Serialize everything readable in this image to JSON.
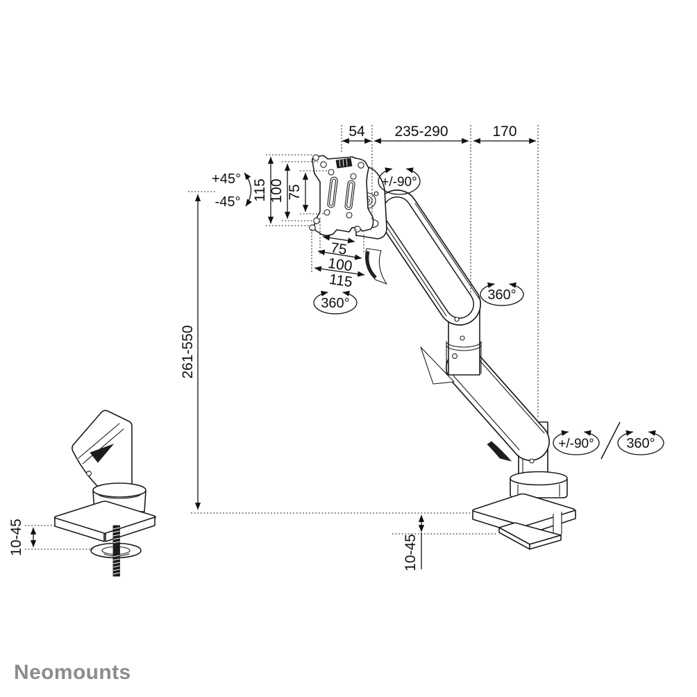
{
  "brand": {
    "logo_text": "Neomounts",
    "logo_color": "#8c8c8c"
  },
  "drawing": {
    "line_color": "#1a1a1a",
    "dims": {
      "vesa_offset": "54",
      "arm_reach": "235-290",
      "base_depth": "170",
      "vesa_v_outer": "115",
      "vesa_v_mid": "100",
      "vesa_v_inner": "75",
      "vesa_h_inner": "75",
      "vesa_h_mid": "100",
      "vesa_h_outer": "115",
      "height_range": "261-550",
      "grommet_desk_thickness": "10-45",
      "clamp_desk_thickness": "10-45"
    },
    "rotations": {
      "tilt_up": "+45°",
      "tilt_down": "-45°",
      "head_swivel": "+/-90°",
      "vesa_rotation": "360°",
      "arm_rotation": "360°",
      "base_swivel": "+/-90°",
      "base_rotation": "360°"
    }
  }
}
